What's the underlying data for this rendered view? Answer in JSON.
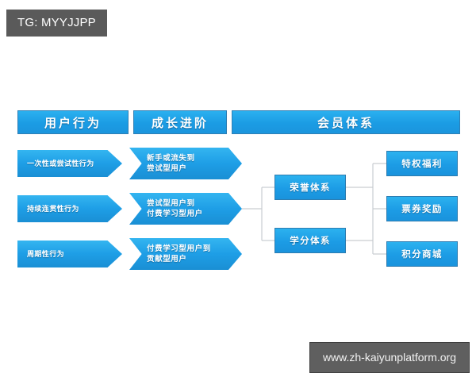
{
  "overlays": {
    "tg_tag": "TG: MYYJJPP",
    "site_tag": "www.zh-kaiyunplatform.org"
  },
  "diagram": {
    "type": "flow",
    "headers": [
      {
        "label": "用户行为"
      },
      {
        "label": "成长进阶"
      },
      {
        "label": "会员体系"
      }
    ],
    "column1": [
      {
        "label": "一次性或尝试性行为"
      },
      {
        "label": "持续连贯性行为"
      },
      {
        "label": "周期性行为"
      }
    ],
    "column2": [
      {
        "line1": "新手或流失到",
        "line2": "尝试型用户"
      },
      {
        "line1": "尝试型用户到",
        "line2": "付费学习型用户"
      },
      {
        "line1": "付费学习型用户到",
        "line2": "贡献型用户"
      }
    ],
    "column3_mid": [
      {
        "label": "荣誉体系"
      },
      {
        "label": "学分体系"
      }
    ],
    "column4_right": [
      {
        "label": "特权福利"
      },
      {
        "label": "票券奖励"
      },
      {
        "label": "积分商城"
      }
    ]
  },
  "colors": {
    "accent_blue": "#1e9ee6",
    "accent_blue_light": "#34b5f0",
    "header_border": "#2f7fb5",
    "connector": "#c9cdd1",
    "tag_bg": "#5a5a5a",
    "page_bg": "#ffffff"
  }
}
